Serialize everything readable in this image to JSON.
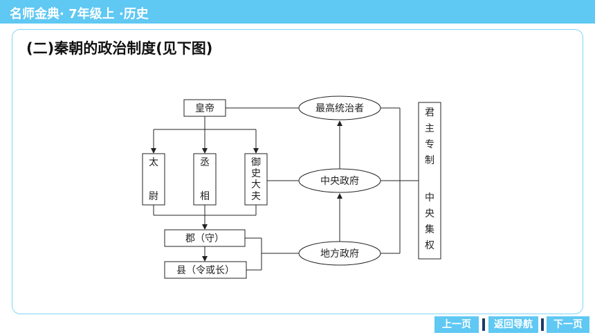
{
  "header": {
    "title": "名师金典· 7年级上 ·历史"
  },
  "section_title": "(二)秦朝的政治制度(见下图)",
  "diagram": {
    "emperor": "皇帝",
    "officials": [
      {
        "chars": [
          "太",
          "尉"
        ]
      },
      {
        "chars": [
          "丞",
          "相"
        ]
      },
      {
        "chars": [
          "御",
          "史",
          "大",
          "夫"
        ]
      }
    ],
    "commandery": "郡（守）",
    "county": "县（令或长）",
    "supreme_ruler": "最高统治者",
    "central_gov": "中央政府",
    "local_gov": "地方政府",
    "summary_chars": [
      "君",
      "主",
      "专",
      "制",
      "中",
      "央",
      "集",
      "权"
    ]
  },
  "nav": {
    "prev": "上一页",
    "home": "返回导航",
    "next": "下一页"
  },
  "colors": {
    "accent": "#5fc8f3",
    "separator": "#1d3b66"
  }
}
